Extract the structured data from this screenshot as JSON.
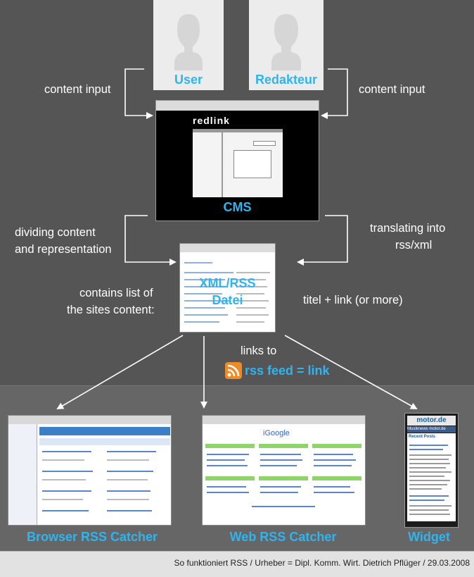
{
  "roles": {
    "user": "User",
    "editor": "Redakteur"
  },
  "labels": {
    "content_input_left": "content input",
    "content_input_right": "content input",
    "cms": "CMS",
    "dividing_line1": "dividing content",
    "dividing_line2": "and representation",
    "translating_line1": "translating into",
    "translating_line2": "rss/xml",
    "xml_line1": "XML/RSS",
    "xml_line2": "Datei",
    "contains_line1": "contains list of",
    "contains_line2": "the sites content:",
    "titel_link": "titel + link (or more)",
    "links_to": "links to",
    "rss_feed": "rss feed = link"
  },
  "catchers": {
    "browser": "Browser RSS Catcher",
    "web": "Web RSS Catcher",
    "widget": "Widget"
  },
  "screens": {
    "cms_logo": "redlink",
    "google": "iGoogle",
    "widget_brand": "motor.de",
    "widget_sub": "Musiknews motor.de",
    "widget_section": "Recent Posts"
  },
  "footer": "So funktioniert RSS / Urheber = Dipl. Komm. Wirt. Dietrich Pflüger / 29.03.2008",
  "colors": {
    "background": "#555555",
    "accent": "#2eb4f0",
    "rss_orange": "#f08a24"
  }
}
